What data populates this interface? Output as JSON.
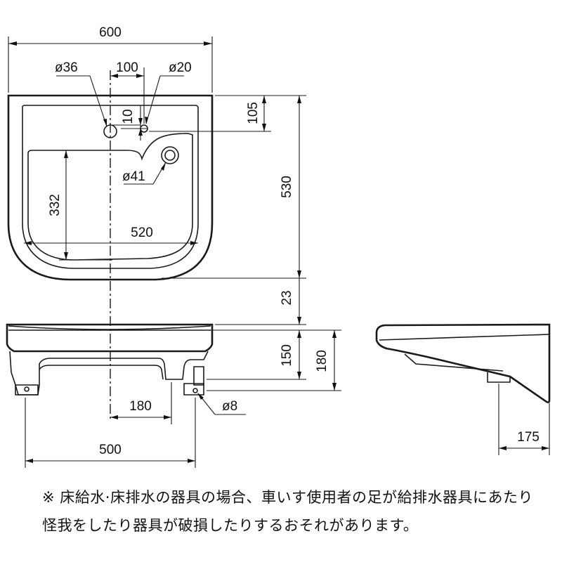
{
  "dimensions": {
    "total_width": "600",
    "inlet_dia": "ø36",
    "inlet_spacing": "100",
    "overflow_dia": "ø20",
    "overflow_offset": "10",
    "top_depth": "105",
    "total_depth": "530",
    "drain_dia": "ø41",
    "bowl_depth": "332",
    "bowl_width": "520",
    "rim_thickness": "23",
    "bracket_height": "150",
    "total_height": "180",
    "bracket_offset": "180",
    "mount_hole_dia": "ø8",
    "bracket_span": "500",
    "projection": "175"
  },
  "note": {
    "line1": "※ 床給水·床排水の器具の場合、車いす使用者の足が給排水器具にあたり",
    "line2": "怪我をしたり器具が破損したりするおそれがあります。"
  }
}
